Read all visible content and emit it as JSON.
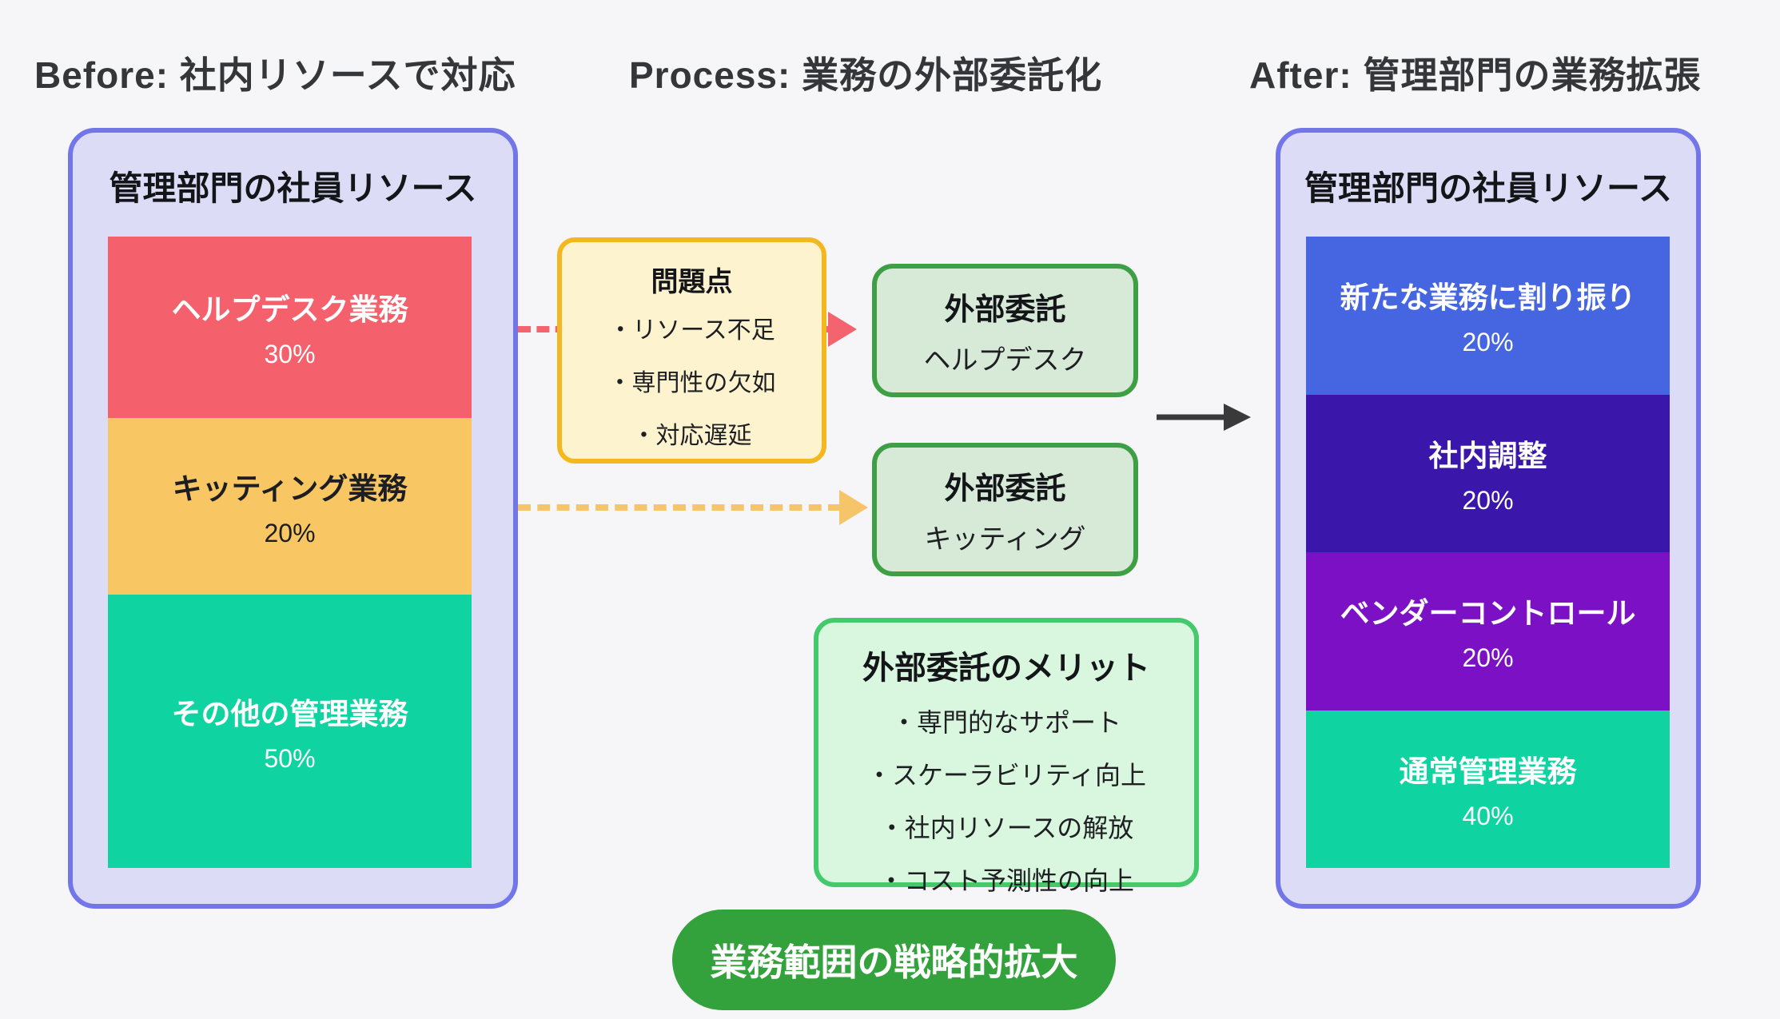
{
  "headers": {
    "before": "Before: 社内リソースで対応",
    "process": "Process: 業務の外部委託化",
    "after": "After: 管理部門の業務拡張"
  },
  "before_panel": {
    "title": "管理部門の社員リソース",
    "segments": [
      {
        "label": "ヘルプデスク業務",
        "value": "30%",
        "color": "#f4616c",
        "text_color": "#ffffff"
      },
      {
        "label": "キッティング業務",
        "value": "20%",
        "color": "#f9c664",
        "text_color": "#1d1e22"
      },
      {
        "label": "その他の管理業務",
        "value": "50%",
        "color": "#0fd3a0",
        "text_color": "#ffffff"
      }
    ]
  },
  "after_panel": {
    "title": "管理部門の社員リソース",
    "segments": [
      {
        "label": "新たな業務に割り振り",
        "value": "20%",
        "color": "#4566e0",
        "text_color": "#ffffff"
      },
      {
        "label": "社内調整",
        "value": "20%",
        "color": "#3a16ab",
        "text_color": "#ffffff"
      },
      {
        "label": "ベンダーコントロール",
        "value": "20%",
        "color": "#7b10c5",
        "text_color": "#ffffff"
      },
      {
        "label": "通常管理業務",
        "value": "40%",
        "color": "#0fd3a0",
        "text_color": "#ffffff"
      }
    ]
  },
  "problem_box": {
    "title": "問題点",
    "items": [
      "・リソース不足",
      "・専門性の欠如",
      "・対応遅延"
    ]
  },
  "outsourcing_boxes": [
    {
      "title": "外部委託",
      "subtitle": "ヘルプデスク"
    },
    {
      "title": "外部委託",
      "subtitle": "キッティング"
    }
  ],
  "merit_box": {
    "title": "外部委託のメリット",
    "items": [
      "・専門的なサポート",
      "・スケーラビリティ向上",
      "・社内リソースの解放",
      "・コスト予測性の向上"
    ]
  },
  "footer_badge": "業務範囲の戦略的拡大",
  "arrows": {
    "helpdesk_dashed_color": "#f4646e",
    "kitting_dashed_color": "#f6c56a",
    "transition_color": "#3a3a3a"
  },
  "palette": {
    "background": "#f6f6f8",
    "panel_fill": "#dcdcf7",
    "panel_border": "#7376e9",
    "problem_fill": "#fdf3cf",
    "problem_border": "#f3b71f",
    "outsource_fill": "#d6ead7",
    "outsource_border": "#3f9f45",
    "merit_fill": "#d9f6de",
    "merit_border": "#45c96d",
    "footer_badge_fill": "#33a23c"
  }
}
